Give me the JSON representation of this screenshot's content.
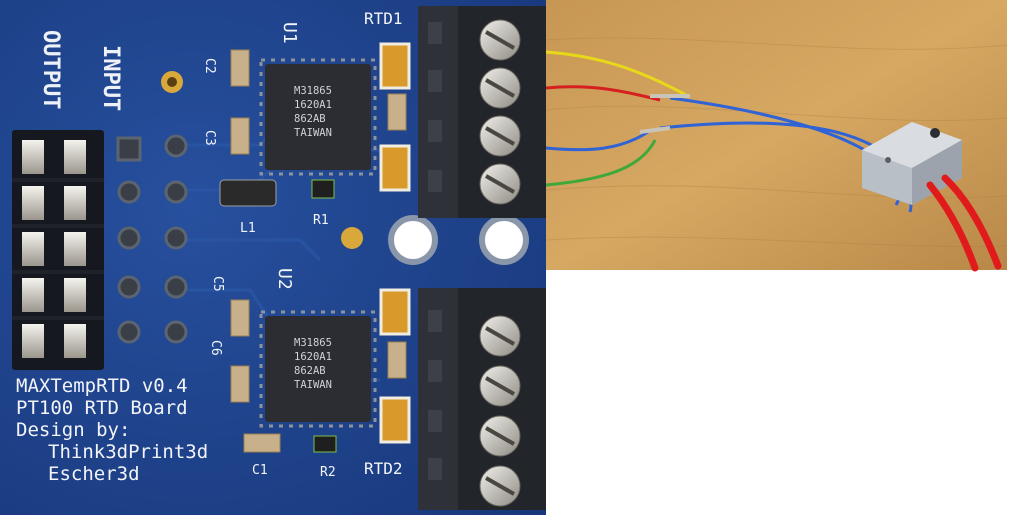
{
  "board": {
    "title_line1": "MAXTempRTD v0.4",
    "title_line2": "PT100 RTD Board",
    "title_line3": "Design by:",
    "title_line4": "Think3dPrint3d",
    "title_line5": "Escher3d",
    "label_output": "OUTPUT",
    "label_input": "INPUT",
    "u1": "U1",
    "u2": "U2",
    "rtd1": "RTD1",
    "rtd2": "RTD2",
    "c1": "C1",
    "c2": "C2",
    "c3": "C3",
    "c5": "C5",
    "c6": "C6",
    "l1": "L1",
    "r1": "R1",
    "r2": "R2",
    "chip_line1": "M31865",
    "chip_line2": "1620A1",
    "chip_line3": "862AB",
    "chip_line4": "TAIWAN"
  },
  "photo": {
    "wire_colors": [
      "#e8d81a",
      "#d62020",
      "#2f63d6",
      "#3fa83a"
    ],
    "surface": "wooden desk",
    "sensor": "heater block with PT100"
  },
  "colors": {
    "pcb": "#1c3f86",
    "silkscreen": "#f2f4f8",
    "gold": "#d99a2b",
    "terminal": "#22252a"
  }
}
